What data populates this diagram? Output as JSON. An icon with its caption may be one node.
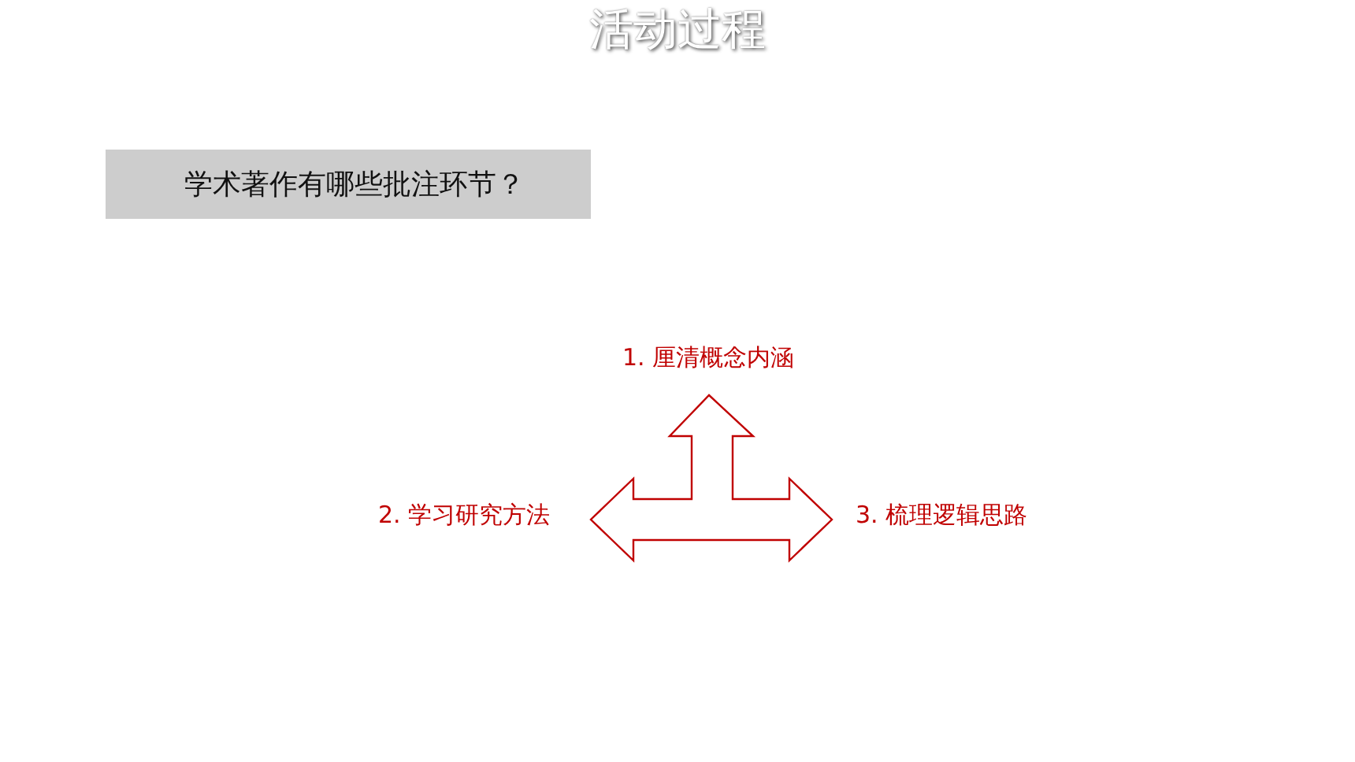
{
  "diagram": {
    "title": "活动过程",
    "nodes": [
      {
        "text": [
          "学术著作有哪些批注环节？"
        ]
      },
      {
        "text": [],
        "shape": "arrow"
      }
    ],
    "labels": [
      "1. 厘清概念内涵",
      "2. 学习研究方法",
      "3. 梳理逻辑思路"
    ]
  }
}
